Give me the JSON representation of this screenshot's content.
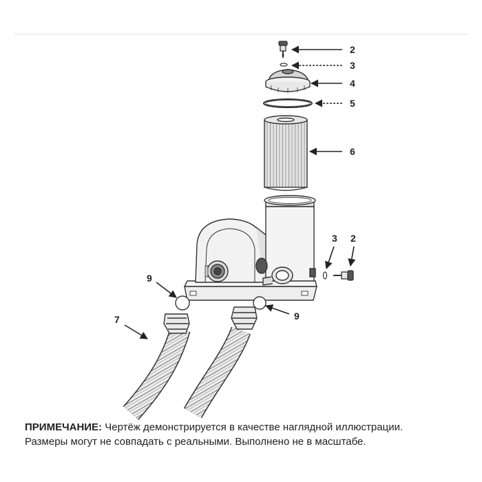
{
  "callouts": {
    "c2_top": "2",
    "c3_top": "3",
    "c4": "4",
    "c5": "5",
    "c6": "6",
    "c9_left": "9",
    "c7": "7",
    "c9_right": "9",
    "c3_side": "3",
    "c2_side": "2"
  },
  "note": {
    "label": "ПРИМЕЧАНИЕ:",
    "line1": "Чертёж демонстрируется в качестве наглядной иллюстрации.",
    "line2": "Размеры могут не совпадать с реальными. Выполнено не в масштабе."
  },
  "colors": {
    "stroke": "#333333",
    "text": "#222222",
    "fill_light": "#f2f2f2",
    "fill_mid": "#d6d6d6",
    "divider": "#e4e4e4"
  }
}
